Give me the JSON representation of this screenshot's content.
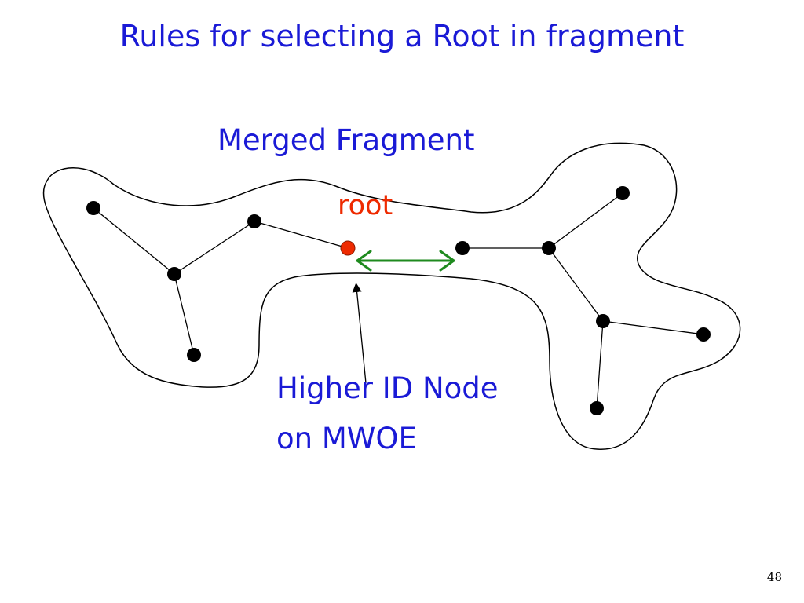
{
  "slide": {
    "title": "Rules for selecting a Root in fragment",
    "fragment_label": "Merged Fragment",
    "root_label": "root",
    "note_line1": "Higher ID Node",
    "note_line2": "on MWOE",
    "page_number": "48"
  },
  "colors": {
    "text_blue": "#1a1ad6",
    "root_red": "#ee2a00",
    "edge_green": "#1e8a1e",
    "node_black": "#000000"
  }
}
